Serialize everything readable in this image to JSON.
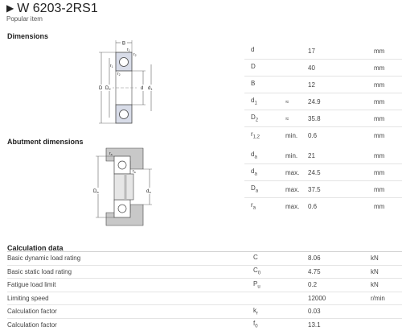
{
  "header": {
    "title": "W 6203-2RS1",
    "subtitle": "Popular item"
  },
  "sections": {
    "dimensions": "Dimensions",
    "abutment": "Abutment dimensions",
    "calculation": "Calculation data"
  },
  "drawing_labels": {
    "dim": {
      "B": "B",
      "r1_top": "r",
      "r1_top_sub": "1",
      "r2_top": "r",
      "r2_top_sub": "2",
      "r1_left": "r",
      "r1_left_sub": "1",
      "r2_left": "r",
      "r2_left_sub": "2",
      "D": "D",
      "D2": "D",
      "D2_sub": "2",
      "d": "d",
      "d1": "d",
      "d1_sub": "1"
    },
    "abut": {
      "ra_top": "r",
      "ra_top_sub": "a",
      "ra_right": "r",
      "ra_right_sub": "a",
      "Da": "D",
      "Da_sub": "a",
      "da": "d",
      "da_sub": "a"
    }
  },
  "dimensions": [
    {
      "sym": "d",
      "sub": "",
      "qual": "",
      "val": "17",
      "unit": "mm"
    },
    {
      "sym": "D",
      "sub": "",
      "qual": "",
      "val": "40",
      "unit": "mm"
    },
    {
      "sym": "B",
      "sub": "",
      "qual": "",
      "val": "12",
      "unit": "mm"
    },
    {
      "sym": "d",
      "sub": "1",
      "qual": "≈",
      "val": "24.9",
      "unit": "mm"
    },
    {
      "sym": "D",
      "sub": "2",
      "qual": "≈",
      "val": "35.8",
      "unit": "mm"
    },
    {
      "sym": "r",
      "sub": "1,2",
      "qual": "min.",
      "val": "0.6",
      "unit": "mm"
    }
  ],
  "abutment": [
    {
      "sym": "d",
      "sub": "a",
      "qual": "min.",
      "val": "21",
      "unit": "mm"
    },
    {
      "sym": "d",
      "sub": "a",
      "qual": "max.",
      "val": "24.5",
      "unit": "mm"
    },
    {
      "sym": "D",
      "sub": "a",
      "qual": "max.",
      "val": "37.5",
      "unit": "mm"
    },
    {
      "sym": "r",
      "sub": "a",
      "qual": "max.",
      "val": "0.6",
      "unit": "mm"
    }
  ],
  "calculation": [
    {
      "label": "Basic dynamic load rating",
      "sym": "C",
      "sub": "",
      "val": "8.06",
      "unit": "kN"
    },
    {
      "label": "Basic static load rating",
      "sym": "C",
      "sub": "0",
      "val": "4.75",
      "unit": "kN"
    },
    {
      "label": "Fatigue load limit",
      "sym": "P",
      "sub": "u",
      "val": "0.2",
      "unit": "kN"
    },
    {
      "label": "Limiting speed",
      "sym": "",
      "sub": "",
      "val": "12000",
      "unit": "r/min"
    },
    {
      "label": "Calculation factor",
      "sym": "k",
      "sub": "r",
      "val": "0.03",
      "unit": ""
    },
    {
      "label": "Calculation factor",
      "sym": "f",
      "sub": "0",
      "val": "13.1",
      "unit": ""
    }
  ]
}
